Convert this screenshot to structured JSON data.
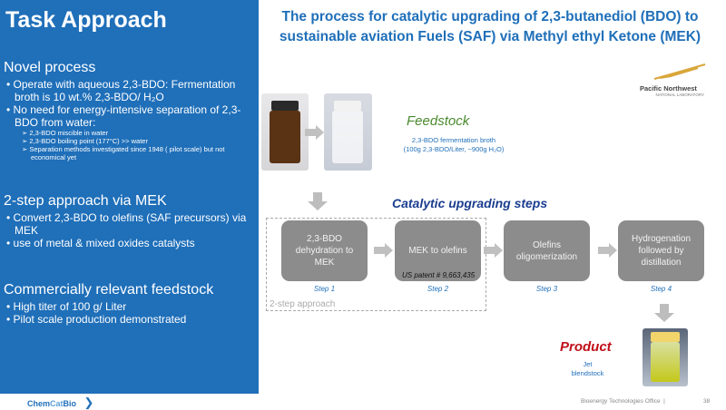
{
  "panel": {
    "title": "Task Approach",
    "sections": [
      {
        "heading": "Novel process",
        "bullets": [
          "Operate with aqueous 2,3-BDO: Fermentation broth is 10 wt.% 2,3-BDO/ H₂O",
          "No need for energy-intensive separation of 2,3-BDO from water:"
        ],
        "sub": [
          "2,3-BDO miscible in water",
          "2,3-BDO boiling point (177°C) >> water",
          "Separation methods investigated since 1948 ( pilot scale)  but not economical yet"
        ]
      },
      {
        "heading": "2-step approach via MEK",
        "bullets": [
          "Convert 2,3-BDO to olefins (SAF precursors) via MEK",
          "use of metal & mixed oxides catalysts"
        ]
      },
      {
        "heading": "Commercially relevant feedstock",
        "bullets": [
          "High titer of 100 g/ Liter",
          "Pilot scale production demonstrated"
        ]
      }
    ]
  },
  "title": "The process for catalytic upgrading of 2,3-butanediol (BDO) to sustainable aviation Fuels (SAF) via Methyl ethyl Ketone (MEK)",
  "logo": {
    "line1": "Pacific Northwest",
    "line2": "NATIONAL LABORATORY"
  },
  "feedstock": {
    "label": "Feedstock",
    "line1": "2,3-BDO fermentation broth",
    "line2": "(100g 2,3-BDO/Liter, ~900g H₂O)"
  },
  "steps_heading": "Catalytic upgrading steps",
  "steps": [
    {
      "box": "2,3-BDO dehydration to MEK",
      "label": "Step 1"
    },
    {
      "box": "MEK to olefins",
      "label": "Step 2"
    },
    {
      "box": "Olefins oligomerization",
      "label": "Step 3"
    },
    {
      "box": "Hydrogenation followed by distillation",
      "label": "Step 4"
    }
  ],
  "patent": "US patent # 9,663,435",
  "two_step_label": "2-step approach",
  "product": {
    "label": "Product",
    "line1": "Jet",
    "line2": "blendstock"
  },
  "footer": {
    "brand_a": "Chem",
    "brand_b": "Cat",
    "brand_c": "Bio",
    "office": "Bioenergy Technologies Office  |",
    "page": "38"
  },
  "colors": {
    "panel": "#1f6fb9",
    "feedstock": "#4a8a2e",
    "product": "#c0101a"
  }
}
